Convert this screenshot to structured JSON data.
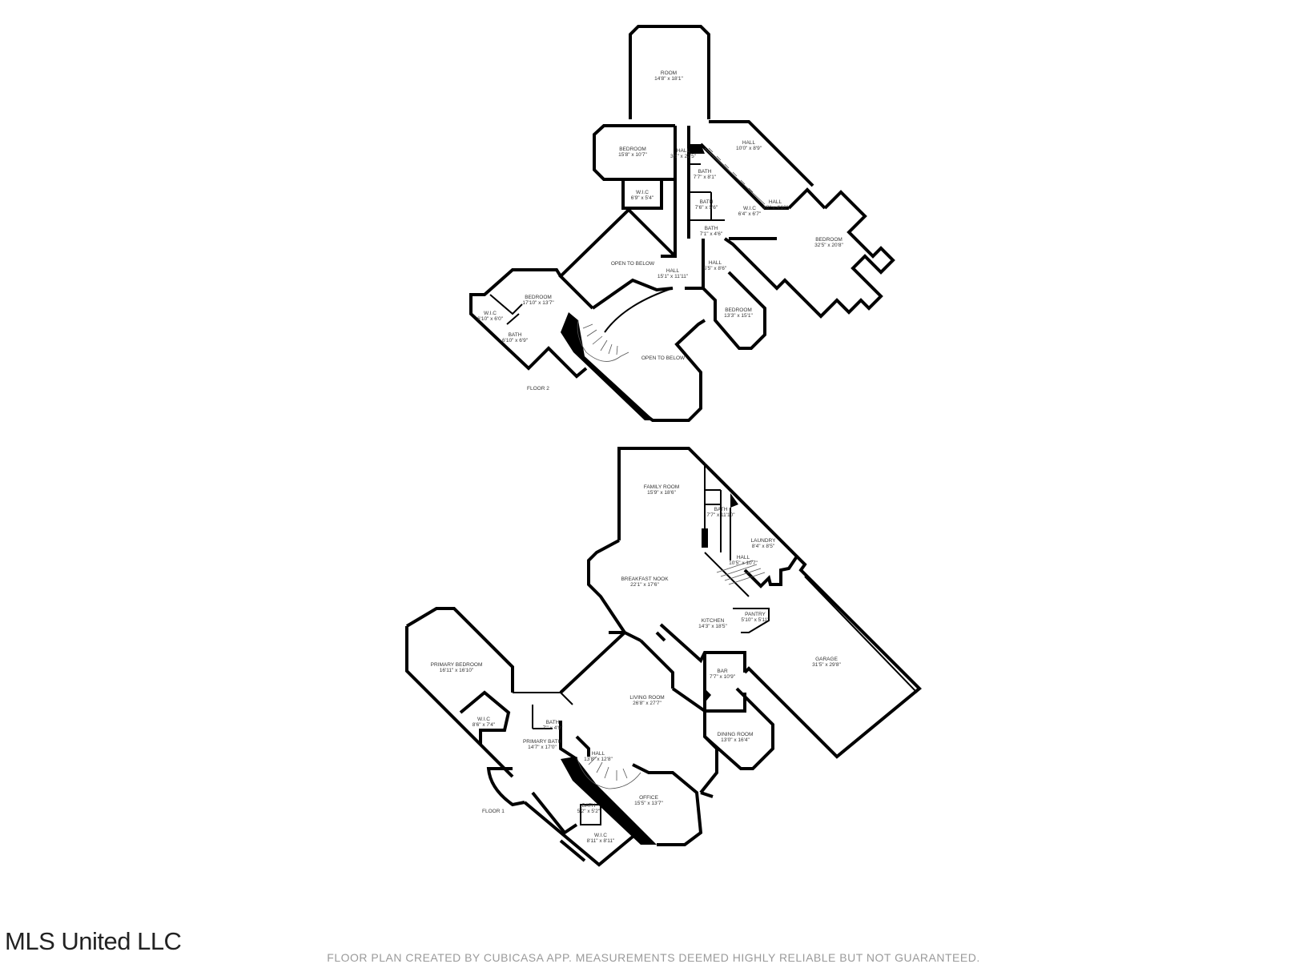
{
  "floor2": {
    "label": "FLOOR 2",
    "rooms": [
      {
        "name": "ROOM",
        "dims": "14'8\" x 18'1\""
      },
      {
        "name": "BEDROOM",
        "dims": "15'8\" x 10'7\""
      },
      {
        "name": "HALL",
        "dims": "3'6\" x 22'5\""
      },
      {
        "name": "HALL",
        "dims": "10'0\" x 8'9\""
      },
      {
        "name": "BATH",
        "dims": "7'7\" x 8'1\""
      },
      {
        "name": "W.I.C",
        "dims": "6'9\" x 5'4\""
      },
      {
        "name": "BATH",
        "dims": "7'6\" x 5'6\""
      },
      {
        "name": "W.I.C",
        "dims": "6'4\" x 6'7\""
      },
      {
        "name": "HALL",
        "dims": "3'0\" x 4'10\""
      },
      {
        "name": "BATH",
        "dims": "7'1\" x 4'6\""
      },
      {
        "name": "BEDROOM",
        "dims": "32'5\" x 20'8\""
      },
      {
        "name": "OPEN TO BELOW",
        "dims": ""
      },
      {
        "name": "HALL",
        "dims": "5'5\" x 8'6\""
      },
      {
        "name": "HALL",
        "dims": "15'1\" x 11'11\""
      },
      {
        "name": "BEDROOM",
        "dims": "17'10\" x 13'7\""
      },
      {
        "name": "W.I.C",
        "dims": "6'10\" x 6'0\""
      },
      {
        "name": "BATH",
        "dims": "6'10\" x 6'9\""
      },
      {
        "name": "BEDROOM",
        "dims": "13'3\" x 15'1\""
      },
      {
        "name": "OPEN TO BELOW",
        "dims": ""
      }
    ]
  },
  "floor1": {
    "label": "FLOOR 1",
    "rooms": [
      {
        "name": "FAMILY ROOM",
        "dims": "15'9\" x 18'6\""
      },
      {
        "name": "BATH",
        "dims": "7'7\" x 11'10\""
      },
      {
        "name": "LAUNDRY",
        "dims": "8'4\" x 8'5\""
      },
      {
        "name": "HALL",
        "dims": "10'5\" x 10'7\""
      },
      {
        "name": "BREAKFAST NOOK",
        "dims": "22'1\" x 17'6\""
      },
      {
        "name": "PANTRY",
        "dims": "5'10\" x 5'11\""
      },
      {
        "name": "KITCHEN",
        "dims": "14'3\" x 18'5\""
      },
      {
        "name": "GARAGE",
        "dims": "31'5\" x 29'8\""
      },
      {
        "name": "PRIMARY BEDROOM",
        "dims": "16'11\" x 16'10\""
      },
      {
        "name": "BAR",
        "dims": "7'7\" x 10'9\""
      },
      {
        "name": "LIVING ROOM",
        "dims": "26'8\" x 27'7\""
      },
      {
        "name": "W.I.C",
        "dims": "8'6\" x 7'4\""
      },
      {
        "name": "BATH",
        "dims": "7'\" x 4'9\""
      },
      {
        "name": "PRIMARY BATH",
        "dims": "14'7\" x 17'0\""
      },
      {
        "name": "DINING ROOM",
        "dims": "13'0\" x 16'4\""
      },
      {
        "name": "HALL",
        "dims": "13'8\" x 12'8\""
      },
      {
        "name": "OFFICE",
        "dims": "15'5\" x 13'7\""
      },
      {
        "name": "BATH",
        "dims": "5'2\" x 5'2\""
      },
      {
        "name": "W.I.C",
        "dims": "8'11\" x 8'11\""
      }
    ]
  },
  "watermark": "MLS United LLC",
  "disclaimer": "FLOOR PLAN CREATED BY CUBICASA APP. MEASUREMENTS DEEMED HIGHLY RELIABLE BUT NOT GUARANTEED."
}
